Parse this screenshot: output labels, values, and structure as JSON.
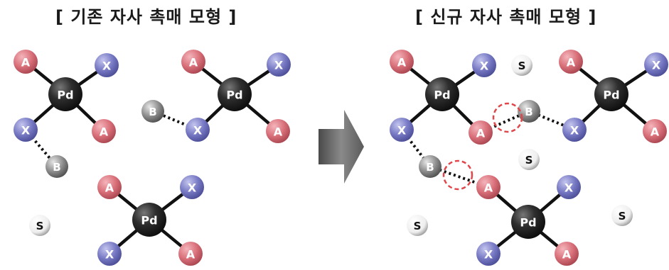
{
  "titles": {
    "left": "[ 기존 자사 촉매 모형 ]",
    "right": "[ 신규 자사 촉매 모형 ]"
  },
  "atoms": {
    "pd": "Pd",
    "a": "A",
    "x": "X",
    "b": "B",
    "s": "S"
  },
  "colors": {
    "pd": "#2a2a2a",
    "a": "#d9707a",
    "x": "#7779c4",
    "b": "#8a8a8a",
    "s": "#f2f2f2",
    "bond": "#111111",
    "highlight": "#e0464a",
    "arrow": "#6e6e6e"
  }
}
